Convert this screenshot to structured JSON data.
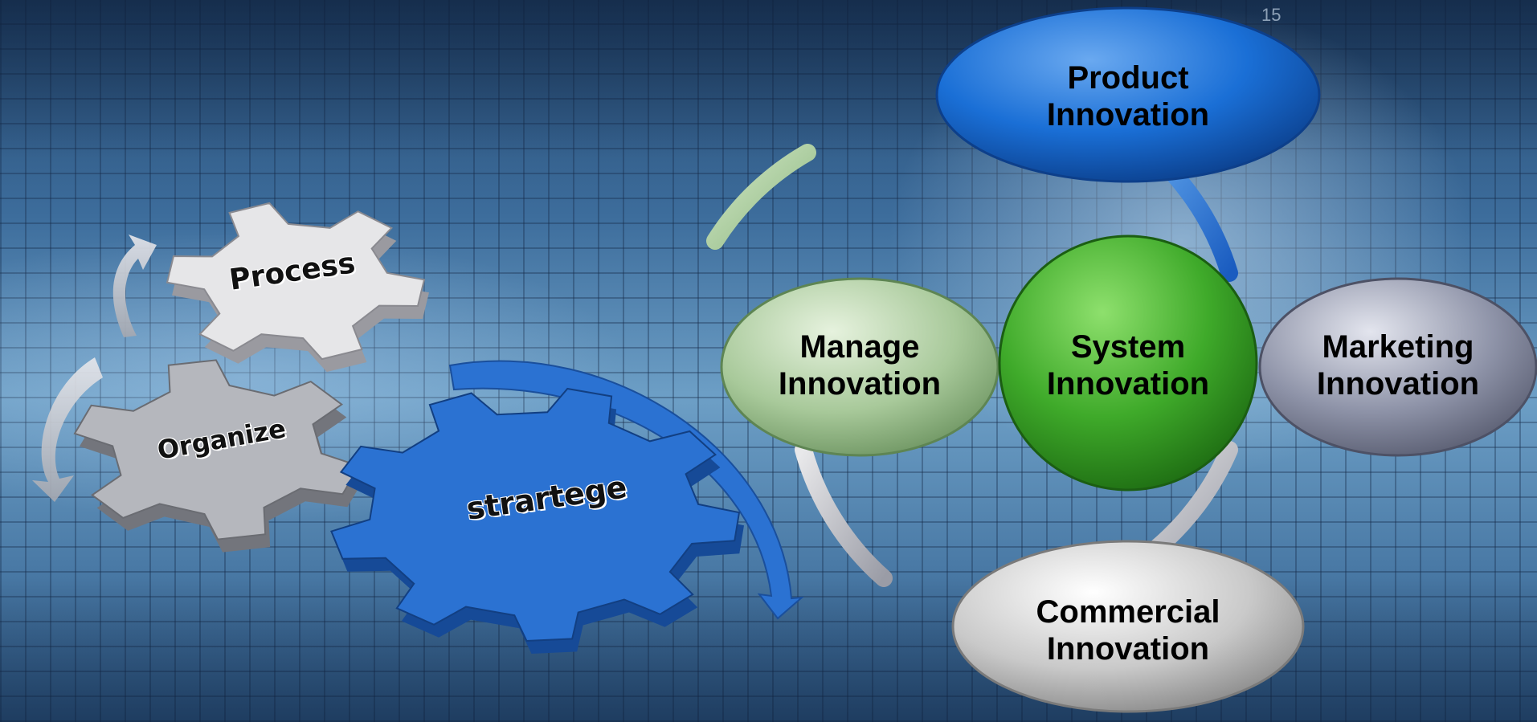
{
  "gears": {
    "process": "Process",
    "organize": "Organize",
    "strategy": "strartege"
  },
  "cycle": {
    "center": "System\nInnovation",
    "top": "Product\nInnovation",
    "left": "Manage\nInnovation",
    "right": "Marketing\nInnovation",
    "bottom": "Commercial\nInnovation"
  },
  "colors": {
    "product": "#1a6fd6",
    "system": "#3faa2a",
    "manage": "#a8c99a",
    "marketing": "#8e93a8",
    "commercial": "#c9c9c9",
    "gear_blue": "#2b72d2",
    "gear_gray": "#9fa2aa"
  },
  "background_tick": "15"
}
